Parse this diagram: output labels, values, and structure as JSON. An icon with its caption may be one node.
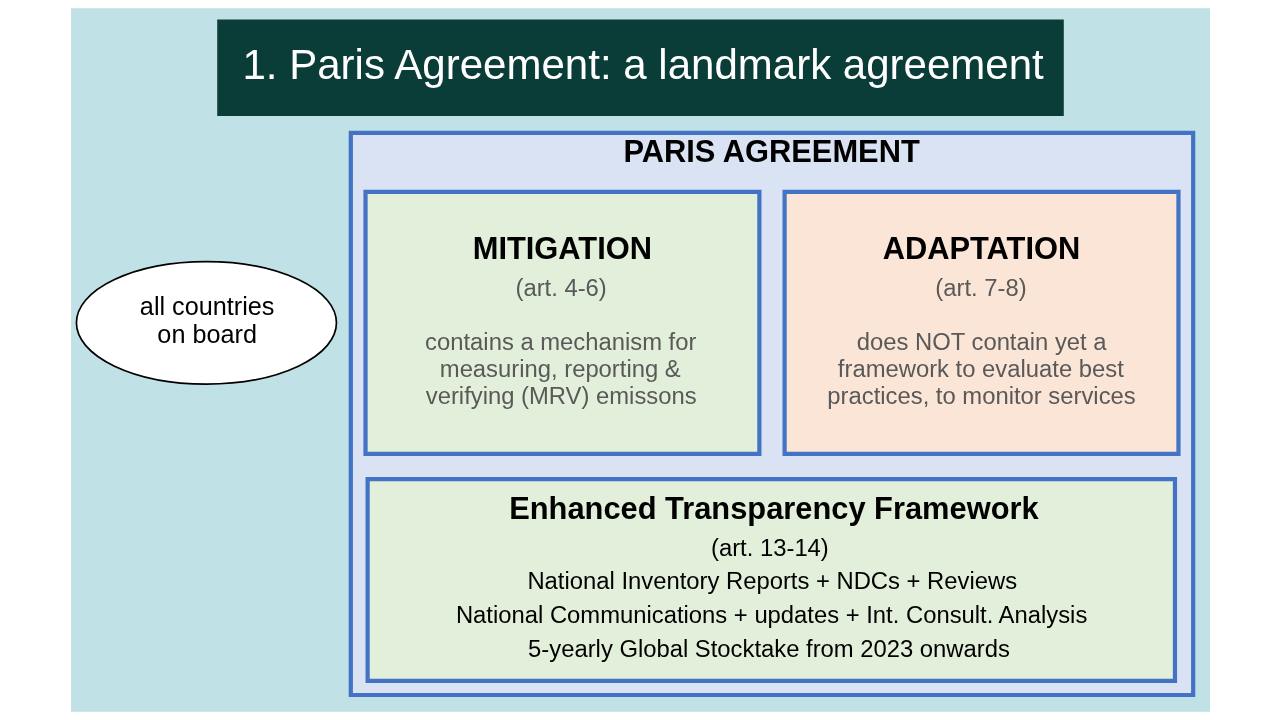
{
  "diagram": {
    "title": "1. Paris Agreement: a landmark agreement",
    "nodes": [
      {
        "text": [
          "all countries on board"
        ]
      },
      {
        "text": [
          "PARIS AGREEMENT"
        ]
      },
      {
        "text": [
          "MITIGATION",
          "(art. 4-6)",
          "contains a mechanism for measuring, reporting & verifying (MRV) emissons"
        ],
        "in": 1
      },
      {
        "text": [
          "ADAPTATION",
          "(art. 7-8)",
          "does NOT contain yet a framework to evaluate best practices, to monitor services"
        ],
        "in": 1
      },
      {
        "text": [
          "Enhanced Transparency Framework",
          "(art. 13-14)",
          "National Inventory Reports + NDCs + Reviews",
          "National Communications + updates + Int. Consult. Analysis",
          "5-yearly Global Stocktake from 2023 onwards"
        ],
        "in": 1
      }
    ]
  }
}
